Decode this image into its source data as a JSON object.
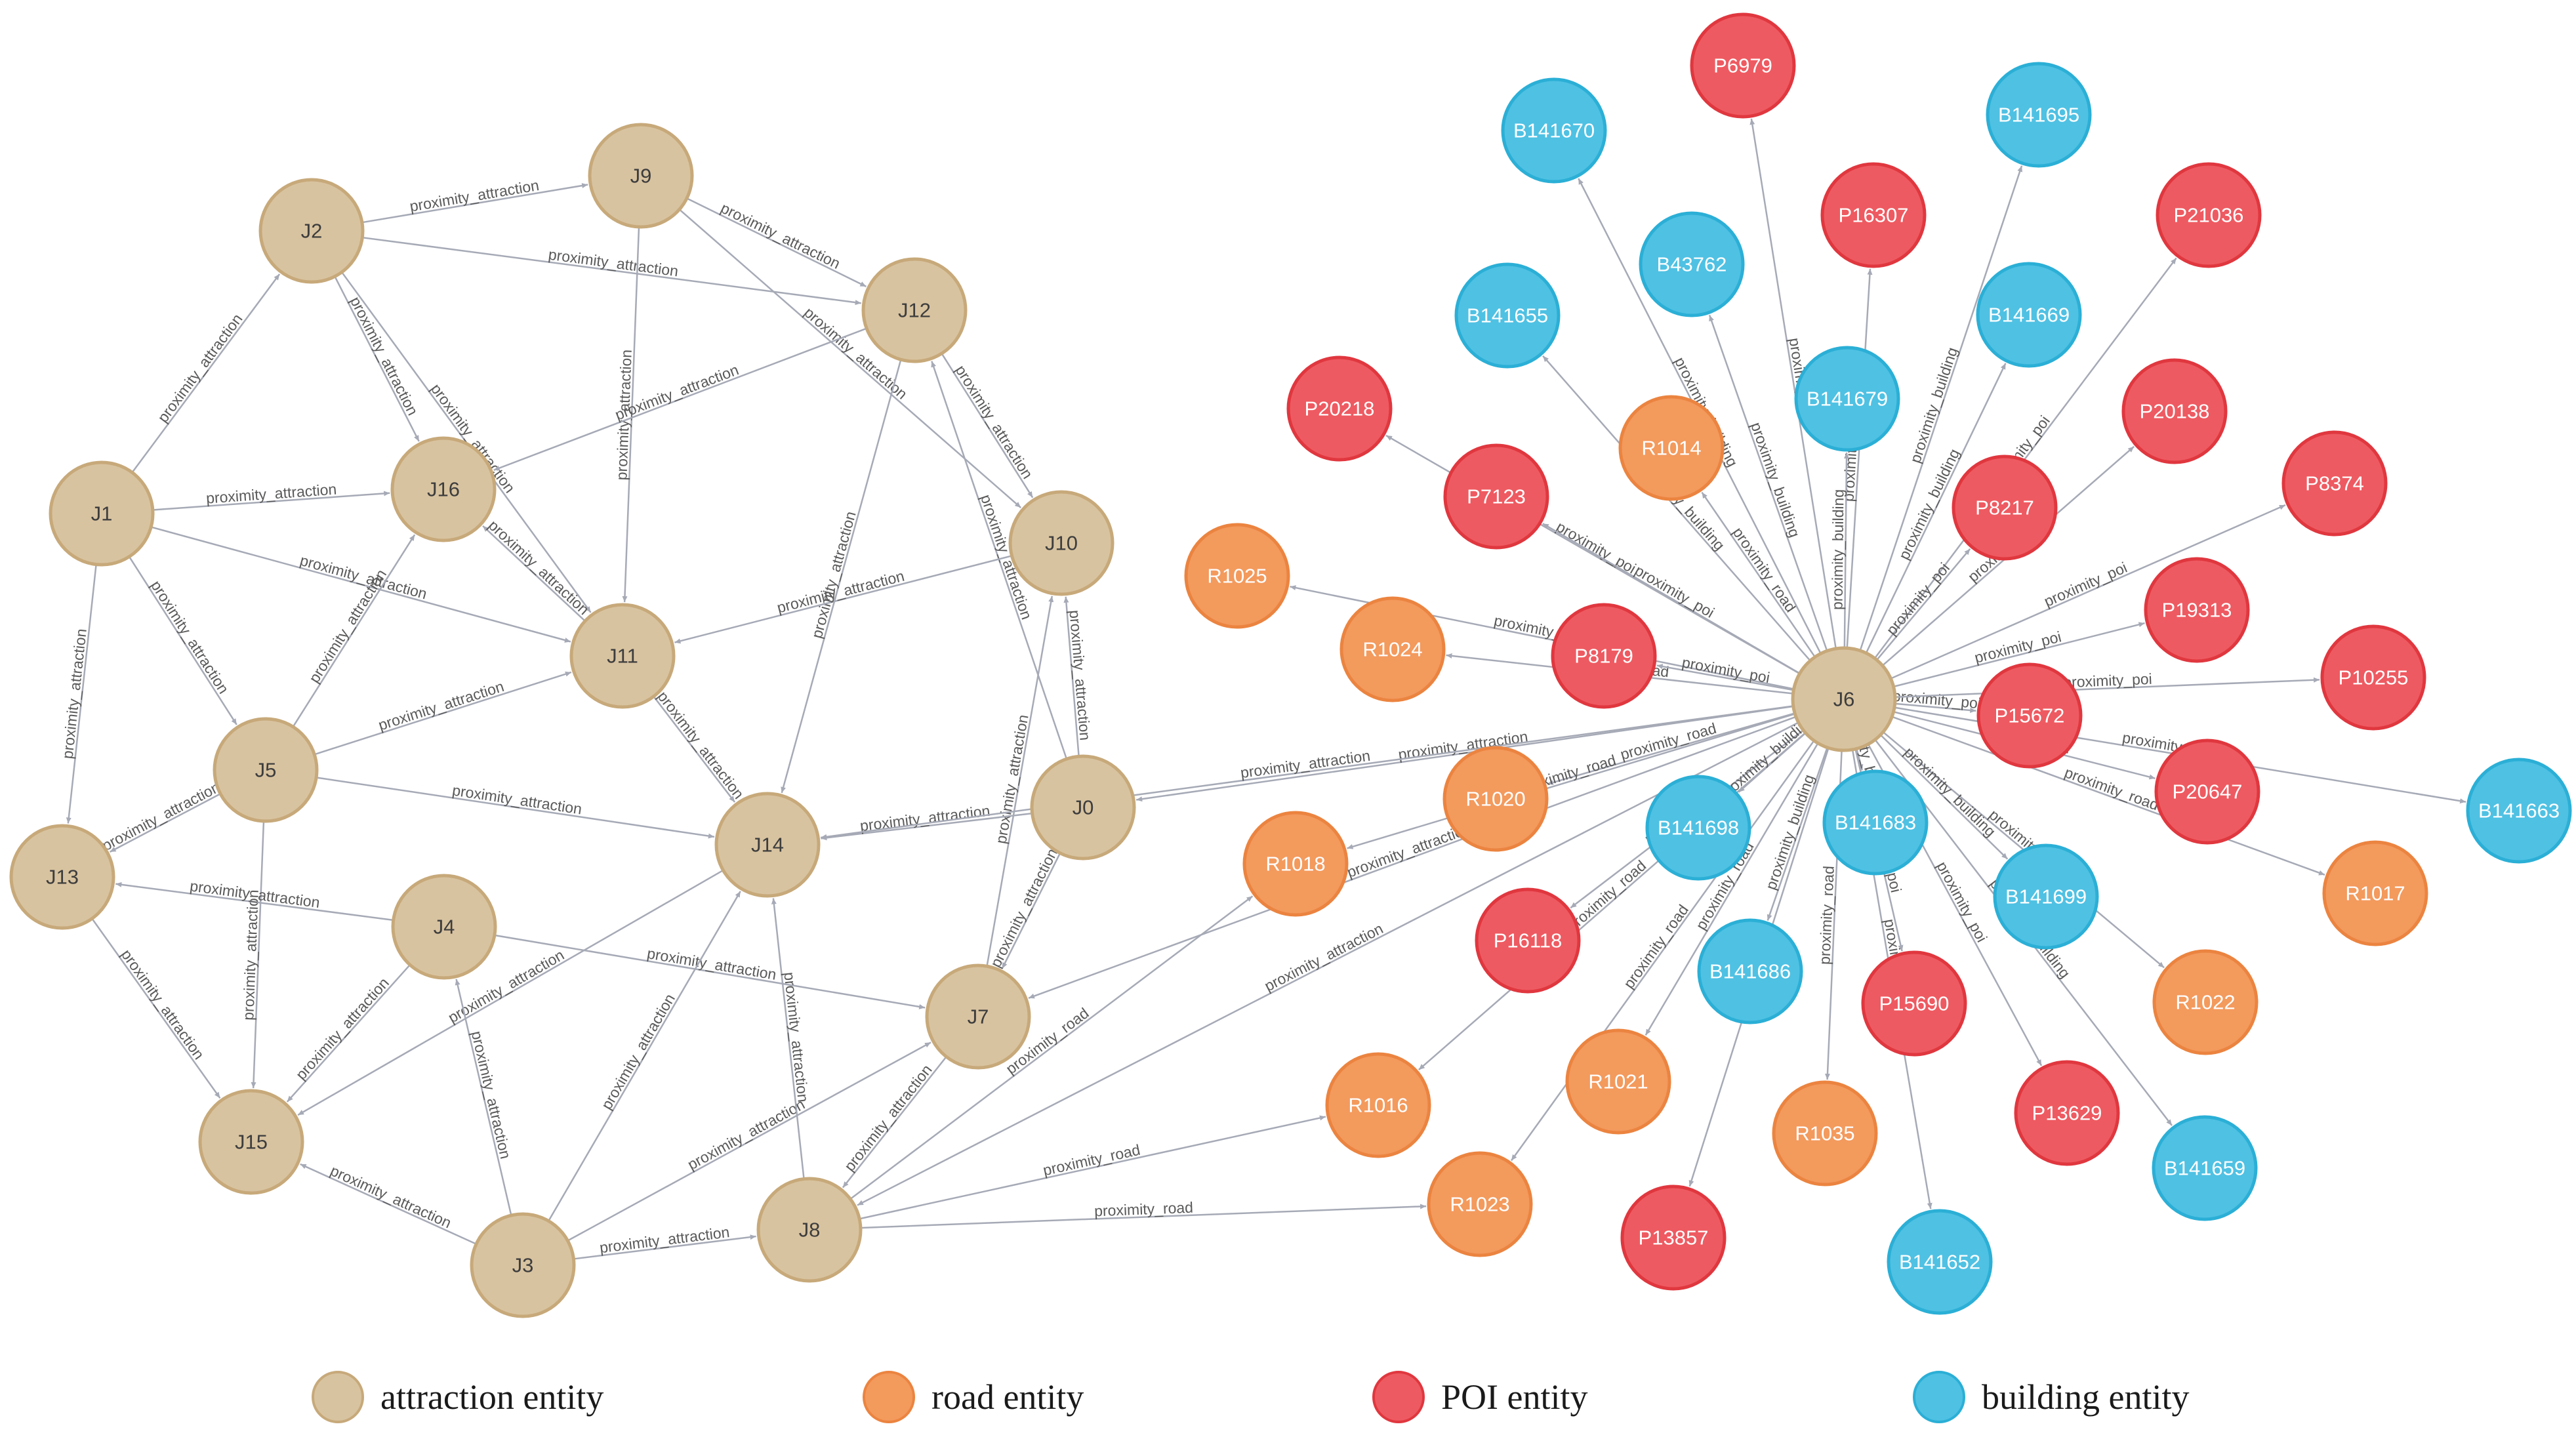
{
  "colors": {
    "attraction_fill": "#D8C3A0",
    "attraction_stroke": "#C7A97A",
    "road_fill": "#F39A5D",
    "road_stroke": "#EB8440",
    "poi_fill": "#EE5A61",
    "poi_stroke": "#E0373F",
    "building_fill": "#4FC1E3",
    "building_stroke": "#2BAFD6",
    "edge": "#A6AAB6"
  },
  "legend": [
    {
      "type": "attraction",
      "label": "attraction entity"
    },
    {
      "type": "road",
      "label": "road entity"
    },
    {
      "type": "poi",
      "label": "POI entity"
    },
    {
      "type": "building",
      "label": "building entity"
    }
  ],
  "nodes": [
    {
      "id": "J0",
      "type": "attraction"
    },
    {
      "id": "J1",
      "type": "attraction"
    },
    {
      "id": "J2",
      "type": "attraction"
    },
    {
      "id": "J3",
      "type": "attraction"
    },
    {
      "id": "J4",
      "type": "attraction"
    },
    {
      "id": "J5",
      "type": "attraction"
    },
    {
      "id": "J6",
      "type": "attraction"
    },
    {
      "id": "J7",
      "type": "attraction"
    },
    {
      "id": "J8",
      "type": "attraction"
    },
    {
      "id": "J9",
      "type": "attraction"
    },
    {
      "id": "J10",
      "type": "attraction"
    },
    {
      "id": "J11",
      "type": "attraction"
    },
    {
      "id": "J12",
      "type": "attraction"
    },
    {
      "id": "J13",
      "type": "attraction"
    },
    {
      "id": "J14",
      "type": "attraction"
    },
    {
      "id": "J15",
      "type": "attraction"
    },
    {
      "id": "J16",
      "type": "attraction"
    },
    {
      "id": "R1014",
      "type": "road"
    },
    {
      "id": "R1016",
      "type": "road"
    },
    {
      "id": "R1017",
      "type": "road"
    },
    {
      "id": "R1018",
      "type": "road"
    },
    {
      "id": "R1020",
      "type": "road"
    },
    {
      "id": "R1021",
      "type": "road"
    },
    {
      "id": "R1022",
      "type": "road"
    },
    {
      "id": "R1023",
      "type": "road"
    },
    {
      "id": "R1024",
      "type": "road"
    },
    {
      "id": "R1025",
      "type": "road"
    },
    {
      "id": "R1035",
      "type": "road"
    },
    {
      "id": "P6979",
      "type": "poi"
    },
    {
      "id": "P16307",
      "type": "poi"
    },
    {
      "id": "P21036",
      "type": "poi"
    },
    {
      "id": "P20218",
      "type": "poi"
    },
    {
      "id": "P7123",
      "type": "poi"
    },
    {
      "id": "P8217",
      "type": "poi"
    },
    {
      "id": "P20138",
      "type": "poi"
    },
    {
      "id": "P8374",
      "type": "poi"
    },
    {
      "id": "P8179",
      "type": "poi"
    },
    {
      "id": "P19313",
      "type": "poi"
    },
    {
      "id": "P15672",
      "type": "poi"
    },
    {
      "id": "P10255",
      "type": "poi"
    },
    {
      "id": "P20647",
      "type": "poi"
    },
    {
      "id": "P16118",
      "type": "poi"
    },
    {
      "id": "P15690",
      "type": "poi"
    },
    {
      "id": "P13629",
      "type": "poi"
    },
    {
      "id": "P13857",
      "type": "poi"
    },
    {
      "id": "B141670",
      "type": "building"
    },
    {
      "id": "B141695",
      "type": "building"
    },
    {
      "id": "B43762",
      "type": "building"
    },
    {
      "id": "B141655",
      "type": "building"
    },
    {
      "id": "B141669",
      "type": "building"
    },
    {
      "id": "B141679",
      "type": "building"
    },
    {
      "id": "B141663",
      "type": "building"
    },
    {
      "id": "B141698",
      "type": "building"
    },
    {
      "id": "B141683",
      "type": "building"
    },
    {
      "id": "B141699",
      "type": "building"
    },
    {
      "id": "B141686",
      "type": "building"
    },
    {
      "id": "B141659",
      "type": "building"
    },
    {
      "id": "B141652",
      "type": "building"
    }
  ],
  "edges": [
    {
      "source": "J2",
      "target": "J9",
      "label": "proximity_attraction"
    },
    {
      "source": "J2",
      "target": "J12",
      "label": "proximity_attraction"
    },
    {
      "source": "J9",
      "target": "J12",
      "label": "proximity_attraction"
    },
    {
      "source": "J9",
      "target": "J10",
      "label": "proximity_attraction"
    },
    {
      "source": "J9",
      "target": "J11",
      "label": "proximity_attraction"
    },
    {
      "source": "J1",
      "target": "J2",
      "label": "proximity_attraction"
    },
    {
      "source": "J2",
      "target": "J16",
      "label": "proximity_attraction"
    },
    {
      "source": "J2",
      "target": "J11",
      "label": "proximity_attraction"
    },
    {
      "source": "J1",
      "target": "J16",
      "label": "proximity_attraction"
    },
    {
      "source": "J1",
      "target": "J11",
      "label": "proximity_attraction"
    },
    {
      "source": "J1",
      "target": "J5",
      "label": "proximity_attraction"
    },
    {
      "source": "J1",
      "target": "J13",
      "label": "proximity_attraction"
    },
    {
      "source": "J12",
      "target": "J16",
      "label": "proximity_attraction"
    },
    {
      "source": "J12",
      "target": "J14",
      "label": "proximity_attraction"
    },
    {
      "source": "J12",
      "target": "J10",
      "label": "proximity_attraction"
    },
    {
      "source": "J0",
      "target": "J12",
      "label": "proximity_attraction"
    },
    {
      "source": "J10",
      "target": "J11",
      "label": "proximity_attraction"
    },
    {
      "source": "J0",
      "target": "J10",
      "label": "proximity_attraction"
    },
    {
      "source": "J7",
      "target": "J10",
      "label": "proximity_attraction"
    },
    {
      "source": "J11",
      "target": "J16",
      "label": "proximity_attraction"
    },
    {
      "source": "J5",
      "target": "J16",
      "label": "proximity_attraction"
    },
    {
      "source": "J5",
      "target": "J11",
      "label": "proximity_attraction"
    },
    {
      "source": "J11",
      "target": "J14",
      "label": "proximity_attraction"
    },
    {
      "source": "J5",
      "target": "J14",
      "label": "proximity_attraction"
    },
    {
      "source": "J5",
      "target": "J13",
      "label": "proximity_attraction"
    },
    {
      "source": "J5",
      "target": "J15",
      "label": "proximity_attraction"
    },
    {
      "source": "J0",
      "target": "J14",
      "label": "proximity_attraction"
    },
    {
      "source": "J0",
      "target": "J7",
      "label": "proximity_attraction"
    },
    {
      "source": "J4",
      "target": "J13",
      "label": "proximity_attraction"
    },
    {
      "source": "J4",
      "target": "J7",
      "label": "proximity_attraction"
    },
    {
      "source": "J4",
      "target": "J15",
      "label": "proximity_attraction"
    },
    {
      "source": "J13",
      "target": "J15",
      "label": "proximity_attraction"
    },
    {
      "source": "J14",
      "target": "J15",
      "label": "proximity_attraction"
    },
    {
      "source": "J3",
      "target": "J4",
      "label": "proximity_attraction"
    },
    {
      "source": "J3",
      "target": "J14",
      "label": "proximity_attraction"
    },
    {
      "source": "J3",
      "target": "J15",
      "label": "proximity_attraction"
    },
    {
      "source": "J3",
      "target": "J7",
      "label": "proximity_attraction"
    },
    {
      "source": "J3",
      "target": "J8",
      "label": "proximity_attraction"
    },
    {
      "source": "J8",
      "target": "J14",
      "label": "proximity_attraction"
    },
    {
      "source": "J7",
      "target": "J8",
      "label": "proximity_attraction"
    },
    {
      "source": "J6",
      "target": "J0",
      "label": "proximity_attraction"
    },
    {
      "source": "J6",
      "target": "J14",
      "label": "proximity_attraction"
    },
    {
      "source": "J6",
      "target": "J7",
      "label": "proximity_attraction"
    },
    {
      "source": "J6",
      "target": "J8",
      "label": "proximity_attraction"
    },
    {
      "source": "J8",
      "target": "R1018",
      "label": "proximity_road"
    },
    {
      "source": "J8",
      "target": "R1016",
      "label": "proximity_road"
    },
    {
      "source": "J8",
      "target": "R1023",
      "label": "proximity_road"
    },
    {
      "source": "J6",
      "target": "R1024",
      "label": "proximity_road"
    },
    {
      "source": "J6",
      "target": "R1025",
      "label": "proximity_road"
    },
    {
      "source": "J6",
      "target": "R1020",
      "label": "proximity_road"
    },
    {
      "source": "J6",
      "target": "R1018",
      "label": "proximity_road"
    },
    {
      "source": "J6",
      "target": "R1014",
      "label": "proximity_road"
    },
    {
      "source": "J6",
      "target": "R1016",
      "label": "proximity_road"
    },
    {
      "source": "J6",
      "target": "R1021",
      "label": "proximity_road"
    },
    {
      "source": "J6",
      "target": "R1023",
      "label": "proximity_road"
    },
    {
      "source": "J6",
      "target": "R1035",
      "label": "proximity_road"
    },
    {
      "source": "J6",
      "target": "R1017",
      "label": "proximity_road"
    },
    {
      "source": "J6",
      "target": "R1022",
      "label": "proximity_road"
    },
    {
      "source": "J6",
      "target": "P6979",
      "label": "proximity_poi"
    },
    {
      "source": "J6",
      "target": "P16307",
      "label": "proximity_poi"
    },
    {
      "source": "J6",
      "target": "P21036",
      "label": "proximity_poi"
    },
    {
      "source": "J6",
      "target": "P20218",
      "label": "proximity_poi"
    },
    {
      "source": "J6",
      "target": "P7123",
      "label": "proximity_poi"
    },
    {
      "source": "J6",
      "target": "P8217",
      "label": "proximity_poi"
    },
    {
      "source": "J6",
      "target": "P20138",
      "label": "proximity_poi"
    },
    {
      "source": "J6",
      "target": "P8374",
      "label": "proximity_poi"
    },
    {
      "source": "J6",
      "target": "P8179",
      "label": "proximity_poi"
    },
    {
      "source": "J6",
      "target": "P19313",
      "label": "proximity_poi"
    },
    {
      "source": "J6",
      "target": "P15672",
      "label": "proximity_poi"
    },
    {
      "source": "J6",
      "target": "P10255",
      "label": "proximity_poi"
    },
    {
      "source": "J6",
      "target": "P20647",
      "label": "proximity_poi"
    },
    {
      "source": "J6",
      "target": "P16118",
      "label": "proximity_poi"
    },
    {
      "source": "J6",
      "target": "P15690",
      "label": "proximity_poi"
    },
    {
      "source": "J6",
      "target": "P13629",
      "label": "proximity_poi"
    },
    {
      "source": "J6",
      "target": "P13857",
      "label": "proximity_poi"
    },
    {
      "source": "J6",
      "target": "B141670",
      "label": "proximity_building"
    },
    {
      "source": "J6",
      "target": "B141695",
      "label": "proximity_building"
    },
    {
      "source": "J6",
      "target": "B43762",
      "label": "proximity_building"
    },
    {
      "source": "J6",
      "target": "B141655",
      "label": "proximity_building"
    },
    {
      "source": "J6",
      "target": "B141669",
      "label": "proximity_building"
    },
    {
      "source": "J6",
      "target": "B141679",
      "label": "proximity_building"
    },
    {
      "source": "J6",
      "target": "B141663",
      "label": "proximity_building"
    },
    {
      "source": "J6",
      "target": "B141698",
      "label": "proximity_building"
    },
    {
      "source": "J6",
      "target": "B141683",
      "label": "proximity_building"
    },
    {
      "source": "J6",
      "target": "B141699",
      "label": "proximity_building"
    },
    {
      "source": "J6",
      "target": "B141686",
      "label": "proximity_building"
    },
    {
      "source": "J6",
      "target": "B141659",
      "label": "proximity_building"
    },
    {
      "source": "J6",
      "target": "B141652",
      "label": "proximity_building"
    }
  ]
}
